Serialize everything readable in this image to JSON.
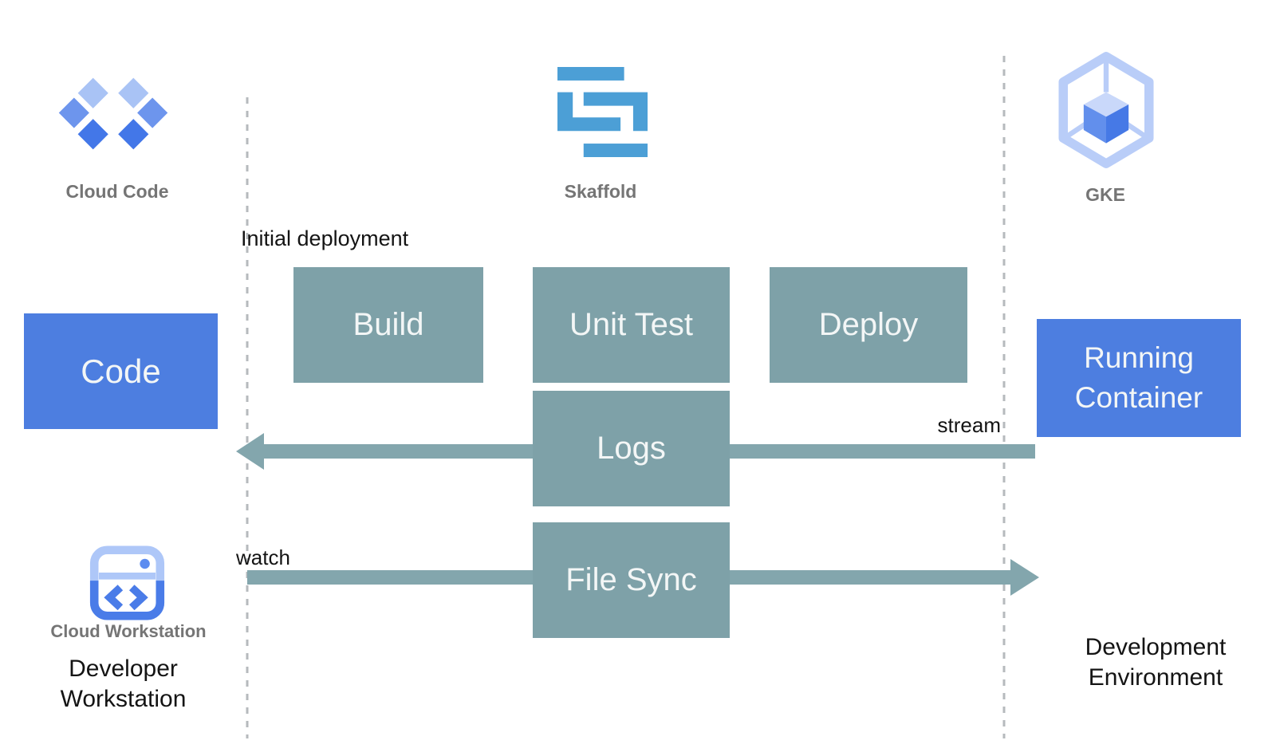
{
  "palette": {
    "blue_box": "#4D7EE0",
    "teal_box": "#7EA1A8",
    "arrow_teal": "#83A6AD",
    "skaffold_blue": "#4C9FD6",
    "cloud_code_light": "#A9C3F5",
    "cloud_code_mid": "#6D95ED",
    "cloud_code_dark": "#4377E8",
    "gke_outline": "#B9CDF8",
    "gke_cube_top": "#C9D8FA",
    "gke_cube_left": "#628FEC",
    "gke_cube_right": "#4679E6",
    "workstation_light": "#AEC7F8",
    "workstation_dark": "#4A7CE8",
    "label_gray": "#757575",
    "text_black": "#141414",
    "dash_gray": "#B6BABD"
  },
  "header_icons": {
    "cloud_code": {
      "label": "Cloud Code"
    },
    "skaffold": {
      "label": "Skaffold"
    },
    "gke": {
      "label": "GKE"
    }
  },
  "workstation": {
    "icon_label": "Cloud Workstation",
    "title": "Developer Workstation"
  },
  "environment": {
    "title": "Development Environment"
  },
  "boxes": {
    "code": {
      "label": "Code"
    },
    "build": {
      "label": "Build"
    },
    "unit_test": {
      "label": "Unit Test"
    },
    "deploy": {
      "label": "Deploy"
    },
    "logs": {
      "label": "Logs"
    },
    "file_sync": {
      "label": "File Sync"
    },
    "running_container": {
      "label": "Running Container"
    }
  },
  "flow_labels": {
    "initial_deployment": "Initial deployment",
    "watch": "watch",
    "stream": "stream"
  }
}
